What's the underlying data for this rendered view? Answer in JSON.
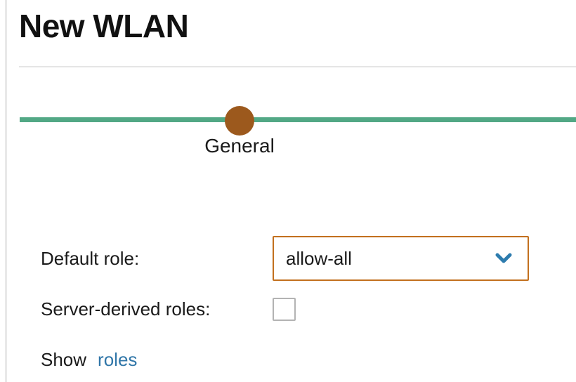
{
  "page": {
    "title": "New WLAN"
  },
  "stepper": {
    "current_step": "General",
    "steps": [
      {
        "label": "General",
        "active": true
      }
    ]
  },
  "form": {
    "default_role": {
      "label": "Default role:",
      "value": "allow-all",
      "icon": "chevron-down-icon"
    },
    "server_derived_roles": {
      "label": "Server-derived roles:",
      "checked": false
    },
    "show_roles": {
      "text": "Show",
      "link_label": "roles"
    }
  },
  "colors": {
    "stepper_line": "#52a885",
    "step_marker": "#9c591d",
    "select_border": "#c2701e",
    "chevron": "#2d7cae",
    "link": "#3076a8",
    "divider": "#e5e5e5"
  }
}
